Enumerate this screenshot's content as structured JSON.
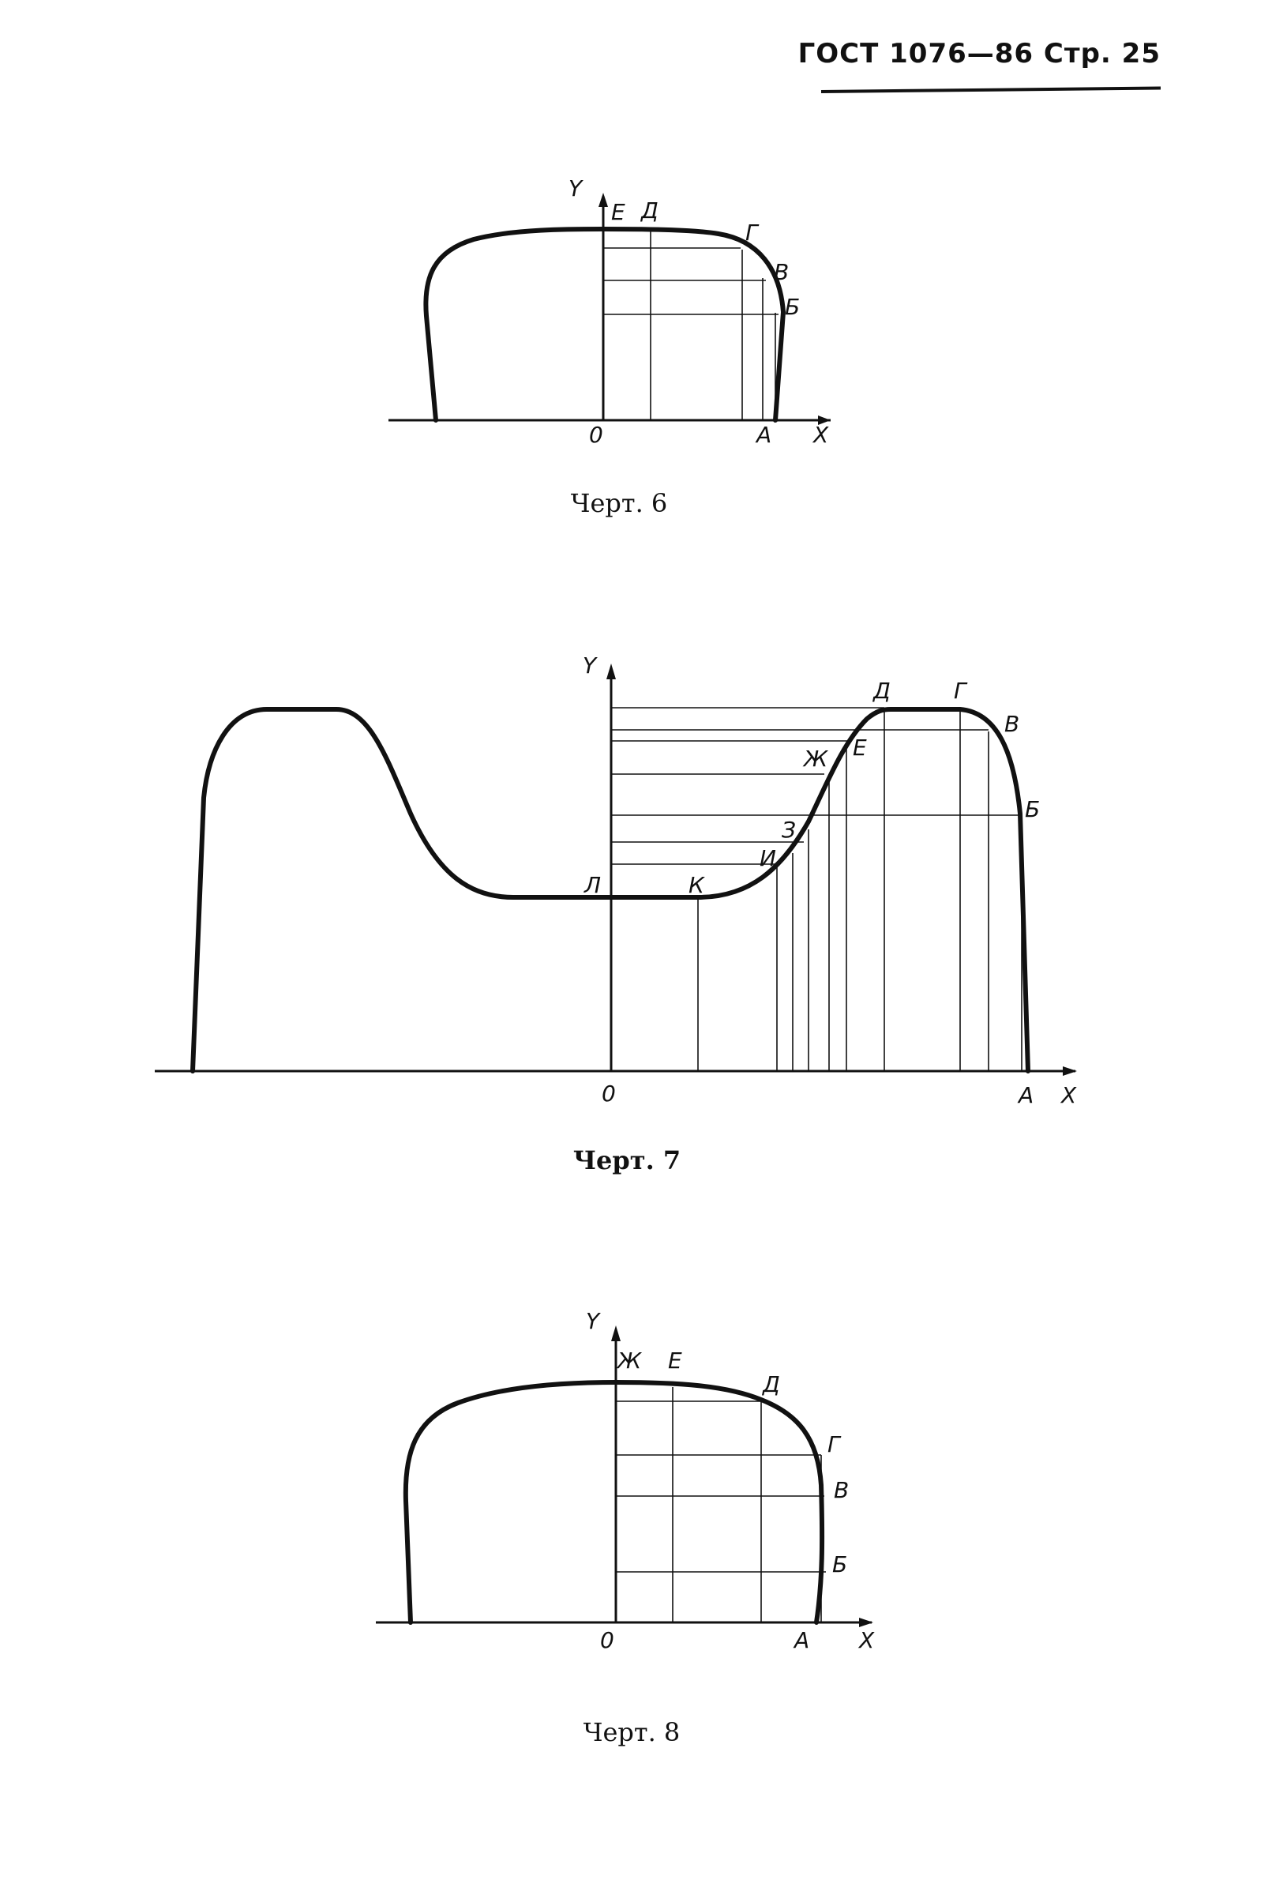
{
  "header": {
    "text": "ГОСТ 1076—86 Стр. 25"
  },
  "figures": [
    {
      "caption": "Черт. 6",
      "labels": {
        "y": "Y",
        "x": "X",
        "origin": "0",
        "e": "Е",
        "d": "Д",
        "g": "Г",
        "v": "В",
        "b": "Б",
        "a": "А"
      }
    },
    {
      "caption": "Черт. 7",
      "labels": {
        "y": "Y",
        "x": "X",
        "origin": "0",
        "l": "Л",
        "k": "К",
        "i": "И",
        "z": "З",
        "zh": "Ж",
        "e": "Е",
        "d": "Д",
        "g": "Г",
        "v": "В",
        "b": "Б",
        "a": "А"
      }
    },
    {
      "caption": "Черт. 8",
      "labels": {
        "y": "Y",
        "x": "X",
        "origin": "0",
        "zh": "Ж",
        "e": "Е",
        "d": "Д",
        "g": "Г",
        "v": "В",
        "b": "Б",
        "a": "А"
      }
    }
  ]
}
